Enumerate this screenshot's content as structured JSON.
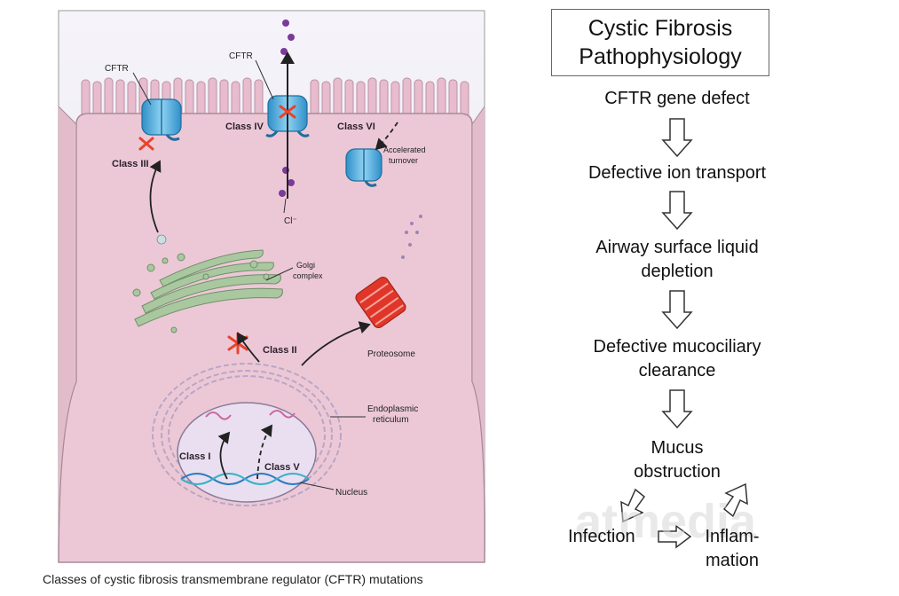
{
  "diagram": {
    "labels": {
      "cftr_left": "CFTR",
      "cftr_mid": "CFTR",
      "class_iii": "Class III",
      "class_iv": "Class IV",
      "class_vi": "Class VI",
      "accelerated_1": "Accelerated",
      "accelerated_2": "turnover",
      "chloride": "Cl⁻",
      "golgi_1": "Golgi",
      "golgi_2": "complex",
      "class_ii": "Class II",
      "proteosome": "Proteosome",
      "er_1": "Endoplasmic",
      "er_2": "reticulum",
      "class_i": "Class I",
      "class_v": "Class V",
      "nucleus": "Nucleus"
    },
    "caption": "Classes of cystic fibrosis transmembrane regulator (CFTR) mutations"
  },
  "flowchart": {
    "title_line1": "Cystic Fibrosis",
    "title_line2": "Pathophysiology",
    "steps": [
      {
        "line1": "CFTR gene defect",
        "line2": ""
      },
      {
        "line1": "Defective ion transport",
        "line2": ""
      },
      {
        "line1": "Airway surface liquid",
        "line2": "depletion"
      },
      {
        "line1": "Defective mucociliary",
        "line2": "clearance"
      },
      {
        "line1": "Mucus",
        "line2": "obstruction"
      }
    ],
    "infection": "Infection",
    "inflammation_1": "Inflam-",
    "inflammation_2": "mation"
  },
  "watermark": "atmedia",
  "colors": {
    "cell": "#ecc8d6",
    "cell_border": "#a98a98",
    "background": "#f1eef6",
    "channel": "#4aa8dc",
    "golgi": "#9dbf95",
    "proteosome": "#e0362a",
    "chloride": "#7a3a9a",
    "mutation_x": "#e8432d"
  }
}
